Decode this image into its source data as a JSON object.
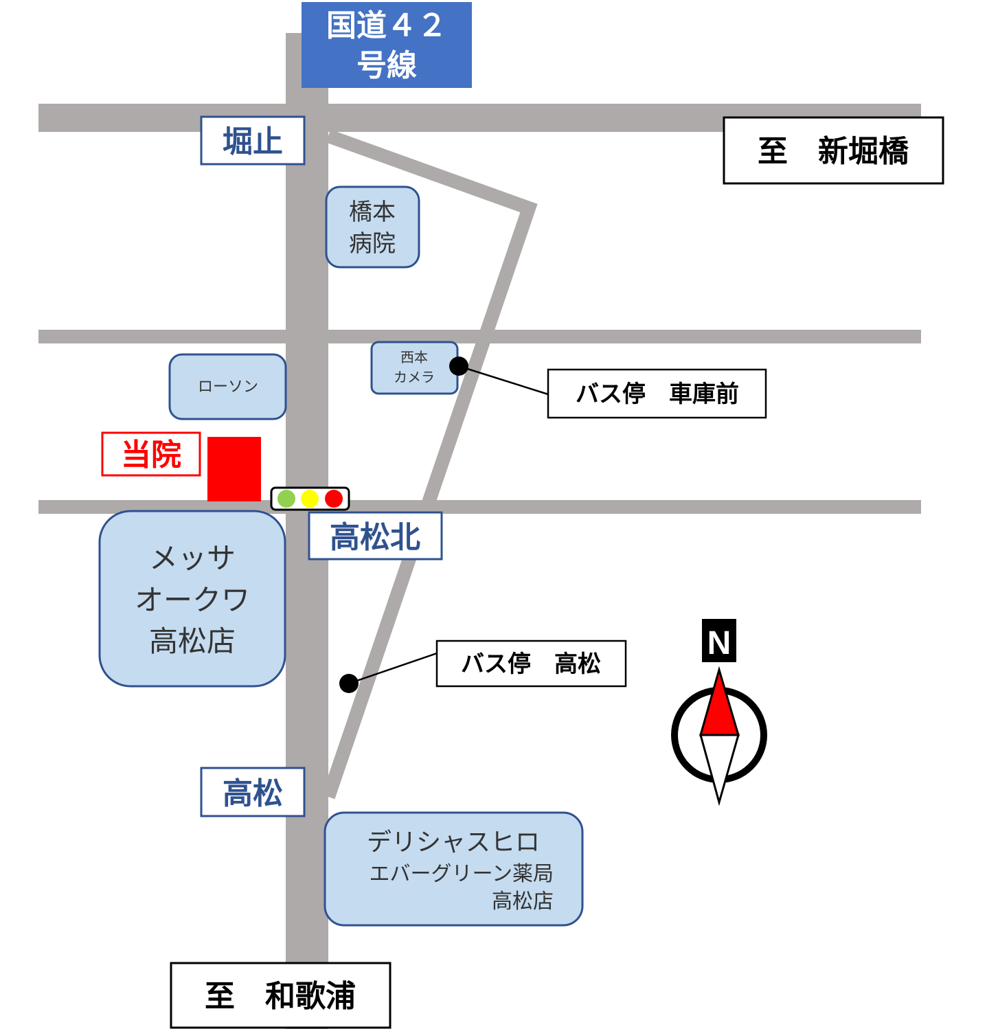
{
  "route_sign": {
    "line1": "国道４２",
    "line2": "号線",
    "color": "#4472c4"
  },
  "intersections": {
    "horidome": "堀止",
    "takamatsu_kita": "高松北",
    "takamatsu": "高松"
  },
  "destinations": {
    "north": "至　新堀橋",
    "south": "至　和歌浦"
  },
  "landmarks": {
    "hashimoto_hospital": [
      "橋本",
      "病院"
    ],
    "nishimoto_camera": [
      "西本",
      "カメラ"
    ],
    "lawson": "ローソン",
    "messe_okuwa": [
      "メッサ",
      "オークワ",
      "高松店"
    ],
    "delicias": [
      "デリシャスヒロ",
      "エバーグリーン薬局",
      "高松店"
    ]
  },
  "clinic": {
    "label": "当院",
    "color": "#ff0000"
  },
  "bus_stops": {
    "shakomae": "バス停　車庫前",
    "takamatsu": "バス停　高松"
  },
  "traffic_light": {
    "colors": [
      "#92d050",
      "#ffff00",
      "#ff0000"
    ]
  },
  "compass": {
    "label": "N",
    "needle_color": "#ff0000"
  },
  "colors": {
    "road": "#aeaaaa",
    "poi_fill": "#c5dbef",
    "poi_border": "#2f528f"
  }
}
